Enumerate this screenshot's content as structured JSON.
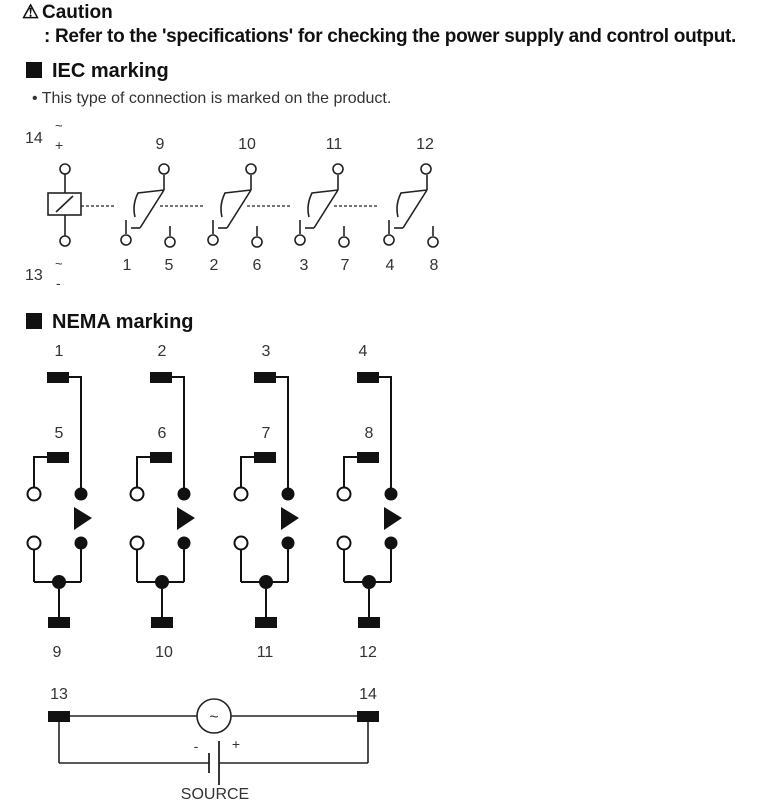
{
  "caution": {
    "icon": "warning-triangle-icon",
    "symbol": "⚠",
    "title": "Caution",
    "note": ": Refer to the 'specifications' for checking the power supply and control output."
  },
  "iec": {
    "heading": "IEC marking",
    "bullet": "This type of connection is marked on the product.",
    "coil_top": {
      "number": "14",
      "tilde": "~",
      "sign": "+"
    },
    "coil_bottom": {
      "number": "13",
      "tilde": "~",
      "sign": "-"
    },
    "poles": [
      {
        "com": "9",
        "nc": "1",
        "no": "5"
      },
      {
        "com": "10",
        "nc": "2",
        "no": "6"
      },
      {
        "com": "11",
        "nc": "3",
        "no": "7"
      },
      {
        "com": "12",
        "nc": "4",
        "no": "8"
      }
    ]
  },
  "nema": {
    "heading": "NEMA marking",
    "poles": [
      {
        "top": "1",
        "mid": "5",
        "bottom": "9"
      },
      {
        "top": "2",
        "mid": "6",
        "bottom": "10"
      },
      {
        "top": "3",
        "mid": "7",
        "bottom": "11"
      },
      {
        "top": "4",
        "mid": "8",
        "bottom": "12"
      }
    ],
    "coil": {
      "left": "13",
      "right": "14",
      "ac_symbol": "~",
      "minus": "-",
      "plus": "+",
      "source_label": "SOURCE"
    }
  }
}
